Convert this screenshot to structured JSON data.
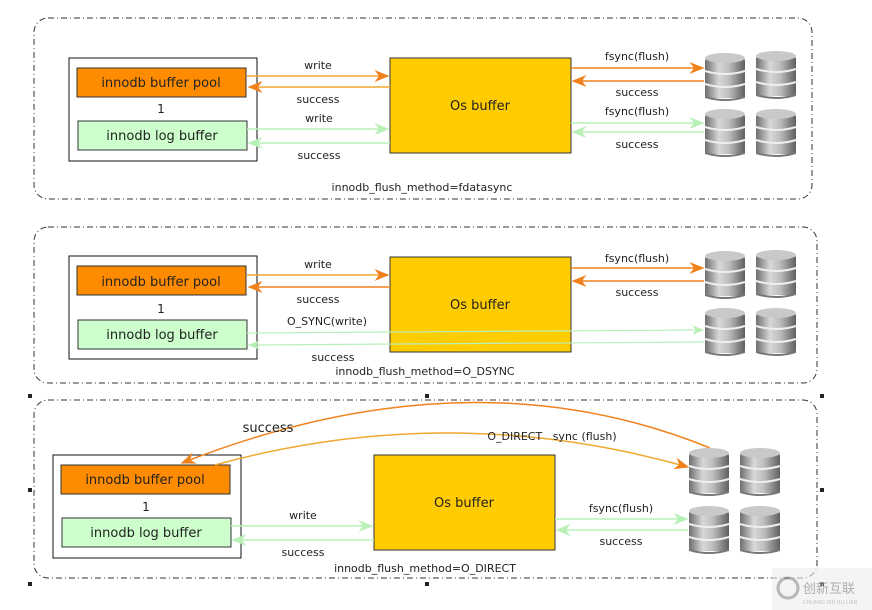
{
  "panels": [
    {
      "method_label": "innodb_flush_method=fdatasync",
      "buffer_pool": "innodb buffer pool",
      "separator": "1",
      "log_buffer": "innodb log buffer",
      "os_buffer": "Os buffer",
      "pool_write": "write",
      "pool_success": "success",
      "log_write": "write",
      "log_success": "success",
      "disk_top_write": "fsync(flush)",
      "disk_top_success": "success",
      "disk_bottom_write": "fsync(flush)",
      "disk_bottom_success": "success"
    },
    {
      "method_label": "innodb_flush_method=O_DSYNC",
      "buffer_pool": "innodb buffer pool",
      "separator": "1",
      "log_buffer": "innodb log buffer",
      "os_buffer": "Os buffer",
      "pool_write": "write",
      "pool_success": "success",
      "log_write": "O_SYNC(write)",
      "log_success": "success",
      "disk_top_write": "fsync(flush)",
      "disk_top_success": "success"
    },
    {
      "method_label": "innodb_flush_method=O_DIRECT",
      "buffer_pool": "innodb buffer pool",
      "separator": "1",
      "log_buffer": "innodb log buffer",
      "os_buffer": "Os buffer",
      "direct_write": "O_DIRECT   sync (flush)",
      "direct_success": "success",
      "log_write": "write",
      "log_success": "success",
      "disk_bottom_write": "fsync(flush)",
      "disk_bottom_success": "success"
    }
  ],
  "colors": {
    "buffer_pool_fill": "#ff8c00",
    "log_buffer_fill": "#ccffcc",
    "os_buffer_fill": "#ffcc00",
    "orange_arrow": "#f0821e",
    "green_arrow": "#b8f0b8",
    "disk": "#9a9a9a"
  },
  "watermark": {
    "text": "创新互联",
    "subtext": "CHUANG XIN HU LIAN"
  }
}
